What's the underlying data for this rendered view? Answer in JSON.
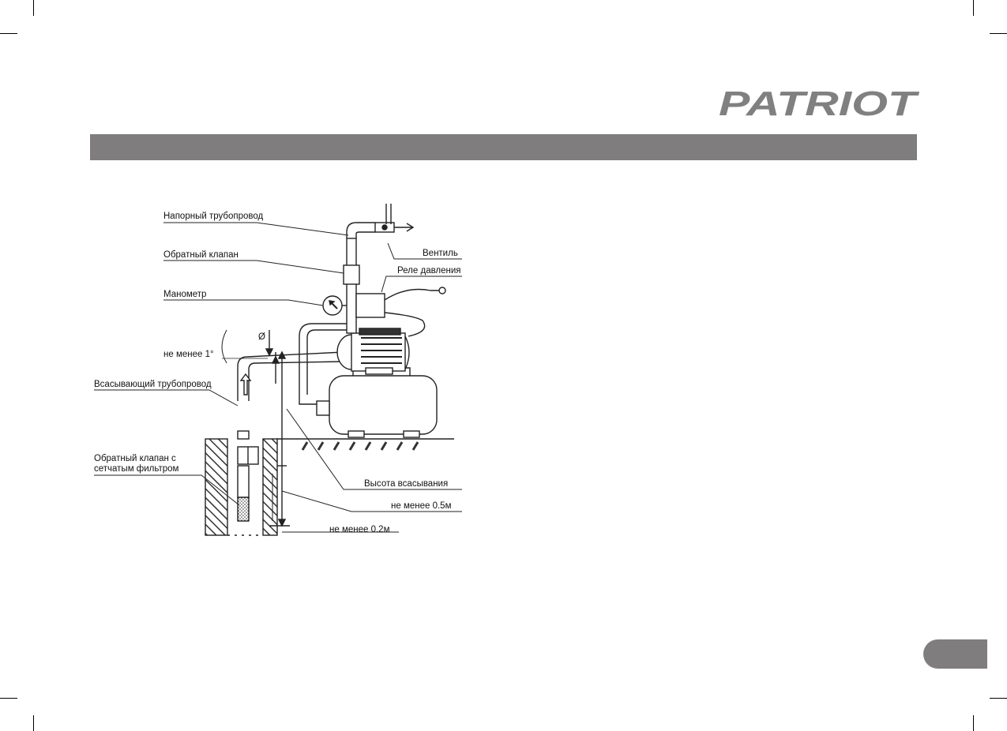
{
  "brand": {
    "logo_text": "PATRIOT",
    "color": "#808080"
  },
  "header_band": {
    "color": "#7f7d7e"
  },
  "page_tab": {
    "color": "#7f7d7e"
  },
  "diagram": {
    "labels": {
      "pressure_pipe": "Напорный трубопровод",
      "check_valve": "Обратный клапан",
      "valve": "Вентиль",
      "pressure_relay": "Реле давления",
      "manometer": "Манометр",
      "angle_min": "не менее 1°",
      "diameter": "Ø",
      "suction_pipe": "Всасывающий трубопровод",
      "check_valve_filter_line1": "Обратный клапан с",
      "check_valve_filter_line2": "сетчатым фильтром",
      "suction_height": "Высота всасывания",
      "min_05": "не менее 0.5м",
      "min_02": "не менее 0.2м"
    }
  }
}
